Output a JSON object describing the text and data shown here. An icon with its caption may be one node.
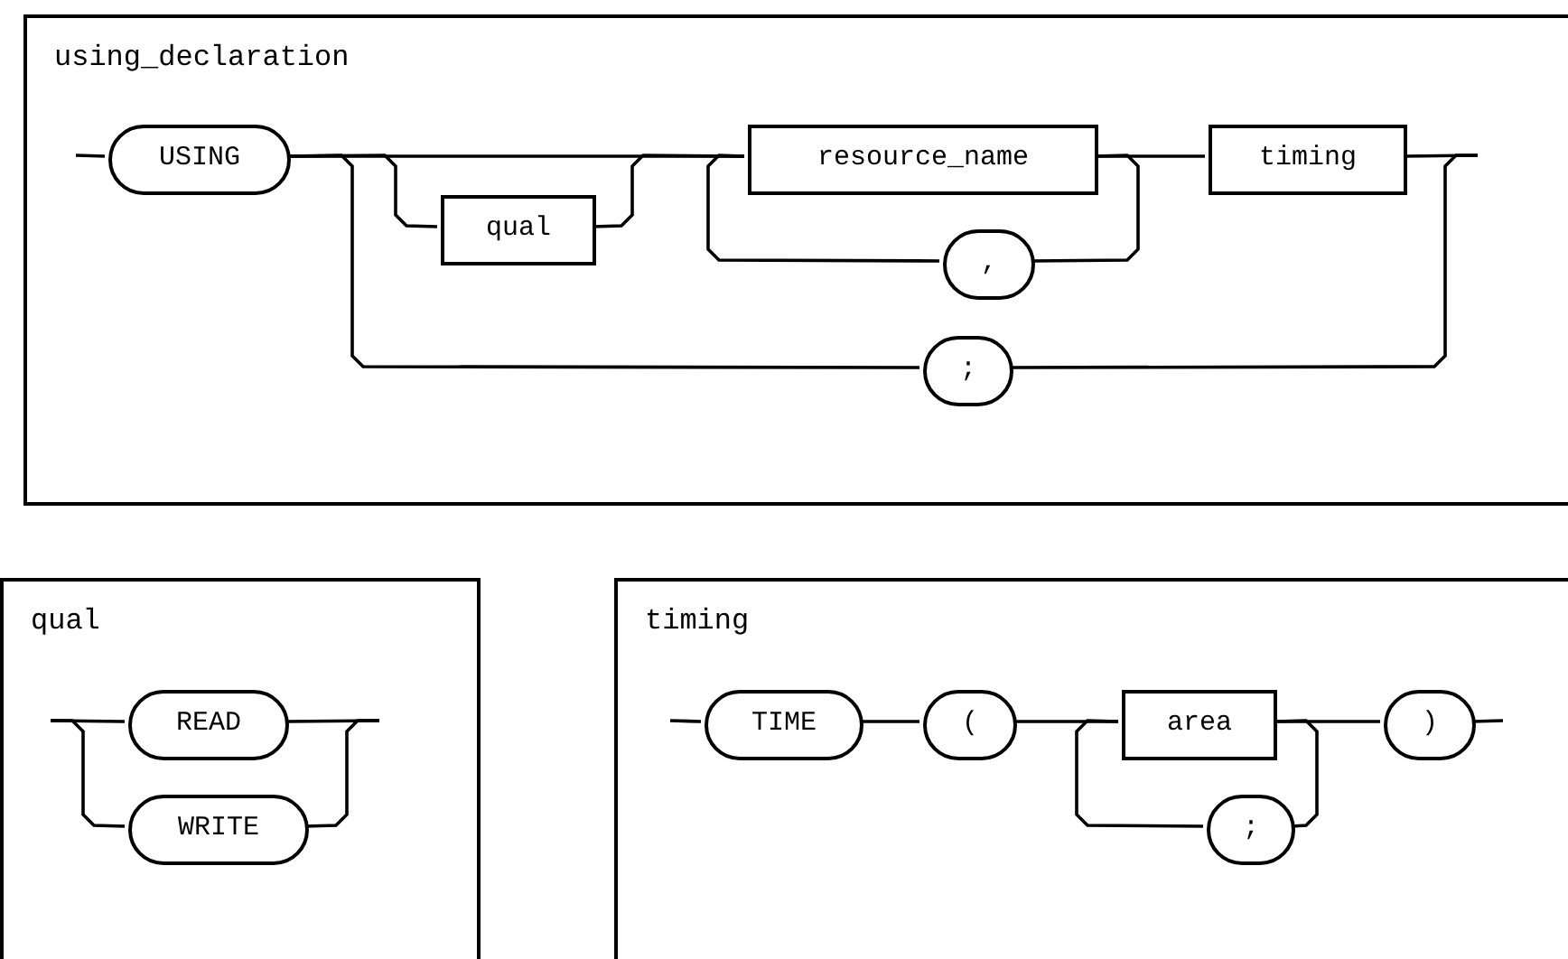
{
  "diagram": {
    "nodes": [
      {
        "text": [
          "using_declaration"
        ]
      },
      {
        "text": [
          "USING"
        ],
        "in": 0
      },
      {
        "text": [
          "qual"
        ],
        "in": 0
      },
      {
        "text": [
          "resource_name"
        ],
        "in": 0
      },
      {
        "text": [
          ","
        ],
        "in": 0
      },
      {
        "text": [
          "timing"
        ],
        "in": 0
      },
      {
        "text": [
          ";"
        ],
        "in": 0
      },
      {
        "text": [
          "qual"
        ]
      },
      {
        "text": [
          "READ"
        ],
        "in": 7
      },
      {
        "text": [
          "WRITE"
        ],
        "in": 7
      },
      {
        "text": [
          "timing"
        ]
      },
      {
        "text": [
          "TIME"
        ],
        "in": 10
      },
      {
        "text": [
          "("
        ],
        "in": 10
      },
      {
        "text": [
          "area"
        ],
        "in": 10
      },
      {
        "text": [
          ";"
        ],
        "in": 10
      },
      {
        "text": [
          ")"
        ],
        "in": 10
      }
    ],
    "edges": [
      {
        "from": null,
        "to": 1,
        "arrow": "none"
      },
      {
        "from": 1,
        "to": 2,
        "arrow": "none"
      },
      {
        "from": 1,
        "to": 3,
        "arrow": "none"
      },
      {
        "from": 1,
        "to": 6,
        "arrow": "none"
      },
      {
        "from": 2,
        "to": 3,
        "arrow": "none"
      },
      {
        "from": 3,
        "to": 4,
        "arrow": "none"
      },
      {
        "from": 4,
        "to": 3,
        "arrow": "none"
      },
      {
        "from": 3,
        "to": 5,
        "arrow": "none"
      },
      {
        "from": 5,
        "to": null,
        "arrow": "none"
      },
      {
        "from": 6,
        "to": null,
        "arrow": "none"
      },
      {
        "from": null,
        "to": 8,
        "arrow": "none"
      },
      {
        "from": null,
        "to": 9,
        "arrow": "none"
      },
      {
        "from": 8,
        "to": null,
        "arrow": "none"
      },
      {
        "from": 9,
        "to": null,
        "arrow": "none"
      },
      {
        "from": null,
        "to": 11,
        "arrow": "none"
      },
      {
        "from": 11,
        "to": 12,
        "arrow": "none"
      },
      {
        "from": 12,
        "to": 13,
        "arrow": "none"
      },
      {
        "from": 13,
        "to": 14,
        "arrow": "none"
      },
      {
        "from": 14,
        "to": 13,
        "arrow": "none"
      },
      {
        "from": 13,
        "to": 15,
        "arrow": "none"
      },
      {
        "from": 15,
        "to": null,
        "arrow": "none"
      }
    ]
  }
}
